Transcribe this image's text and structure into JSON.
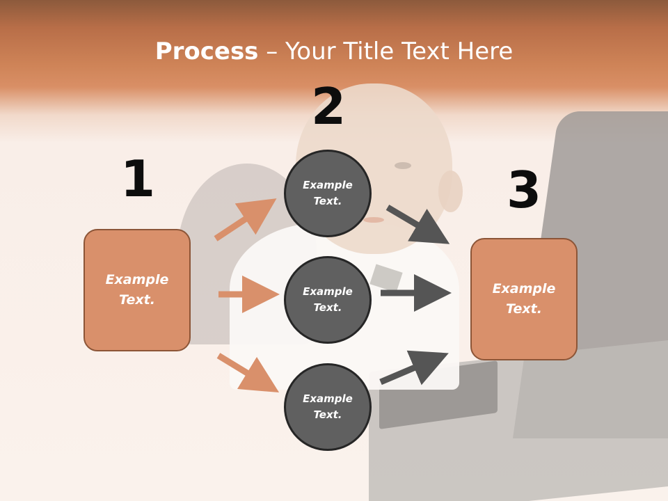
{
  "slide": {
    "title_bold": "Process",
    "title_rest": " – Your Title Text Here",
    "steps": [
      {
        "number": "1",
        "label": "Example\nText."
      },
      {
        "number": "2",
        "circles": [
          {
            "label": "Example\nText."
          },
          {
            "label": "Example\nText."
          },
          {
            "label": "Example\nText."
          }
        ]
      },
      {
        "number": "3",
        "label": "Example\nText."
      }
    ],
    "colors": {
      "header": "#cf8458",
      "box_fill": "#d9906b",
      "box_border": "#8c5537",
      "circle_fill": "#606060",
      "circle_border": "#262626",
      "arrow_orange": "#d9906b",
      "arrow_gray": "#555555"
    }
  }
}
